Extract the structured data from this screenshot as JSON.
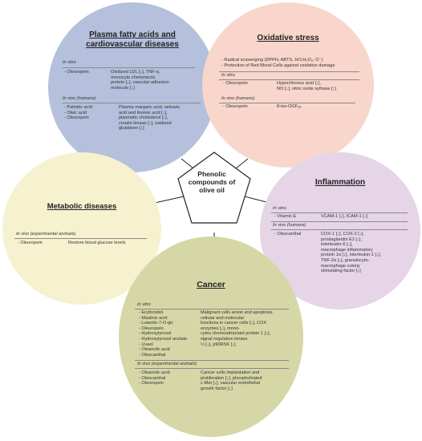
{
  "center": {
    "line1": "Phenolic",
    "line2": "compounds of",
    "line3": "olive oil"
  },
  "plasma": {
    "title_line1": "Plasma fatty acids and",
    "title_line2": "cardiovascular diseases",
    "invitro_label": "In vitro",
    "invitro_compound": "- Oleuropein",
    "invitro_effect": [
      "Oxidized LDL [↓], TNF-α,",
      "monocyte chemotactic",
      "protein [↓], vascular adhesion",
      "molecule [↓]"
    ],
    "invivo_label": "In vivo (humans)",
    "invivo_compounds": [
      "- Palmitic acid",
      "- Oleic acid",
      "- Oleuropein"
    ],
    "invivo_effect": [
      "Plasma margaric acid, setearic",
      "acid and linoleic acid [↓],",
      "plasmatic cholesterol [↓],",
      "creatin kinase [↓], oxidized",
      "glutatione [↓]"
    ]
  },
  "oxidative": {
    "title": "Oxidative stress",
    "bullet1": "- Radical scavenging (DPPH, ABTS, HO,H₂O₂, O⁻)",
    "bullet2": "- Protection of Red Blood Cells against oxidative damage",
    "invitro_label": "In vitro",
    "invitro_compound": "- Oleuropein",
    "invitro_effect": [
      "Hypochlorous acid [↓],",
      "NO [↓], nitric oxide sythase [↑]"
    ],
    "invivo_label": "In vivo (humans)",
    "invivo_compound": "- Oleuropein",
    "invivo_effect": "8-iso-OGF₂ₐ"
  },
  "metabolic": {
    "title": "Metabolic diseases",
    "invivo_label": "In vivo (experimental animals)",
    "compound": "- Oleuropein",
    "effect": "Restore blood glucose levels"
  },
  "inflammation": {
    "title": "Inflammation",
    "invitro_label": "In vitro",
    "invitro_compound": "- Vitamin E",
    "invitro_effect": "VCAM-1 [↓], ICAM-1 [↓]",
    "invivo_label": "In vivo (humans)",
    "invivo_compound": "- Oleocanthal",
    "invivo_effect": [
      "COX-1 [↓], COX-2 [↓],",
      "prostaglandin E2 [↓],",
      "interleukin-6 [↓],",
      "macrophage inflammatory",
      "protein 1α [↓], interleukin-1 [↓],",
      "TNF-2α [↓], granulocyte-",
      "macrophage colony",
      "stimulating factor [↓]"
    ]
  },
  "cancer": {
    "title": "Cancer",
    "invitro_label": "In vitro",
    "invitro_compounds": [
      "- Erythrodiol",
      "- Maslinic acid",
      "- Luteolin-7-O-glc",
      "- Oleuropein",
      "- Hydroxytyrosol",
      "- Hydroxytyrosol acetate",
      "- Uvaol",
      "- Oleanolic acid",
      "- Oleocanthal"
    ],
    "invitro_effect": [
      "Malignant cells arrest and apoptosis,",
      "cellular and molecular",
      "functions in cancer cells [↓], COX",
      "enzymes [↓], mono-",
      "cytes chemoattractant protein 1 [↓],",
      "signal regulation kinase",
      "½ [↓], p90RSK [↓]"
    ],
    "invivo_label": "In vivo (experimental animals)",
    "invivo_compounds": [
      "- Oleanolic acid",
      "- Oleocanthal",
      "- Oleuropein"
    ],
    "invivo_effect": [
      "Cancer cells implantation and",
      "proliferation [↓], phospholirated",
      "c-Met [↓], vascular endothelial",
      "growth factor [↓]"
    ]
  }
}
